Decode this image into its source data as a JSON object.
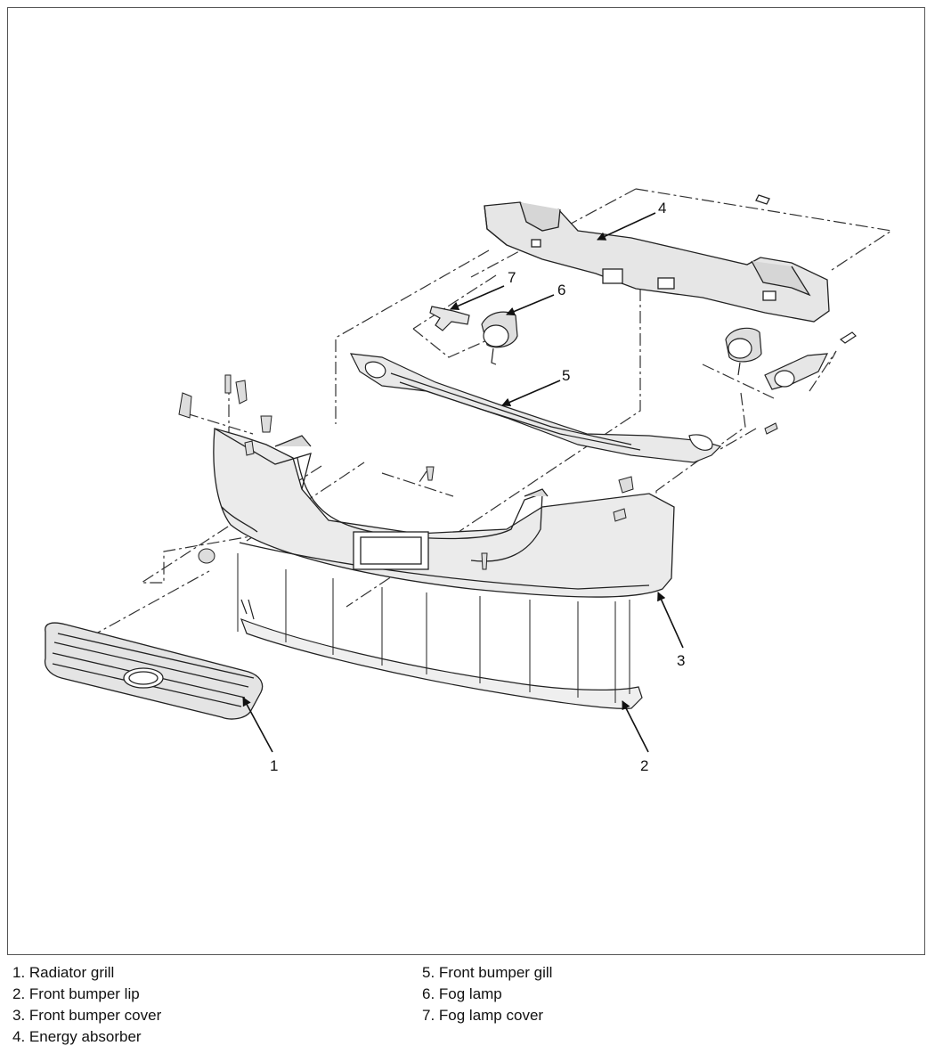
{
  "diagram": {
    "callouts": [
      {
        "id": "1",
        "label": "1"
      },
      {
        "id": "2",
        "label": "2"
      },
      {
        "id": "3",
        "label": "3"
      },
      {
        "id": "4",
        "label": "4"
      },
      {
        "id": "5",
        "label": "5"
      },
      {
        "id": "6",
        "label": "6"
      },
      {
        "id": "7",
        "label": "7"
      }
    ],
    "legend": {
      "left": [
        "1. Radiator grill",
        "2. Front bumper lip",
        "3. Front bumper cover",
        "4. Energy absorber"
      ],
      "right": [
        "5. Front bumper gill",
        "6. Fog lamp",
        "7. Fog lamp cover"
      ]
    },
    "colors": {
      "line": "#222222",
      "fill": "#e6e6e6",
      "fill_dark": "#cfcfcf",
      "frame": "#555555"
    }
  }
}
